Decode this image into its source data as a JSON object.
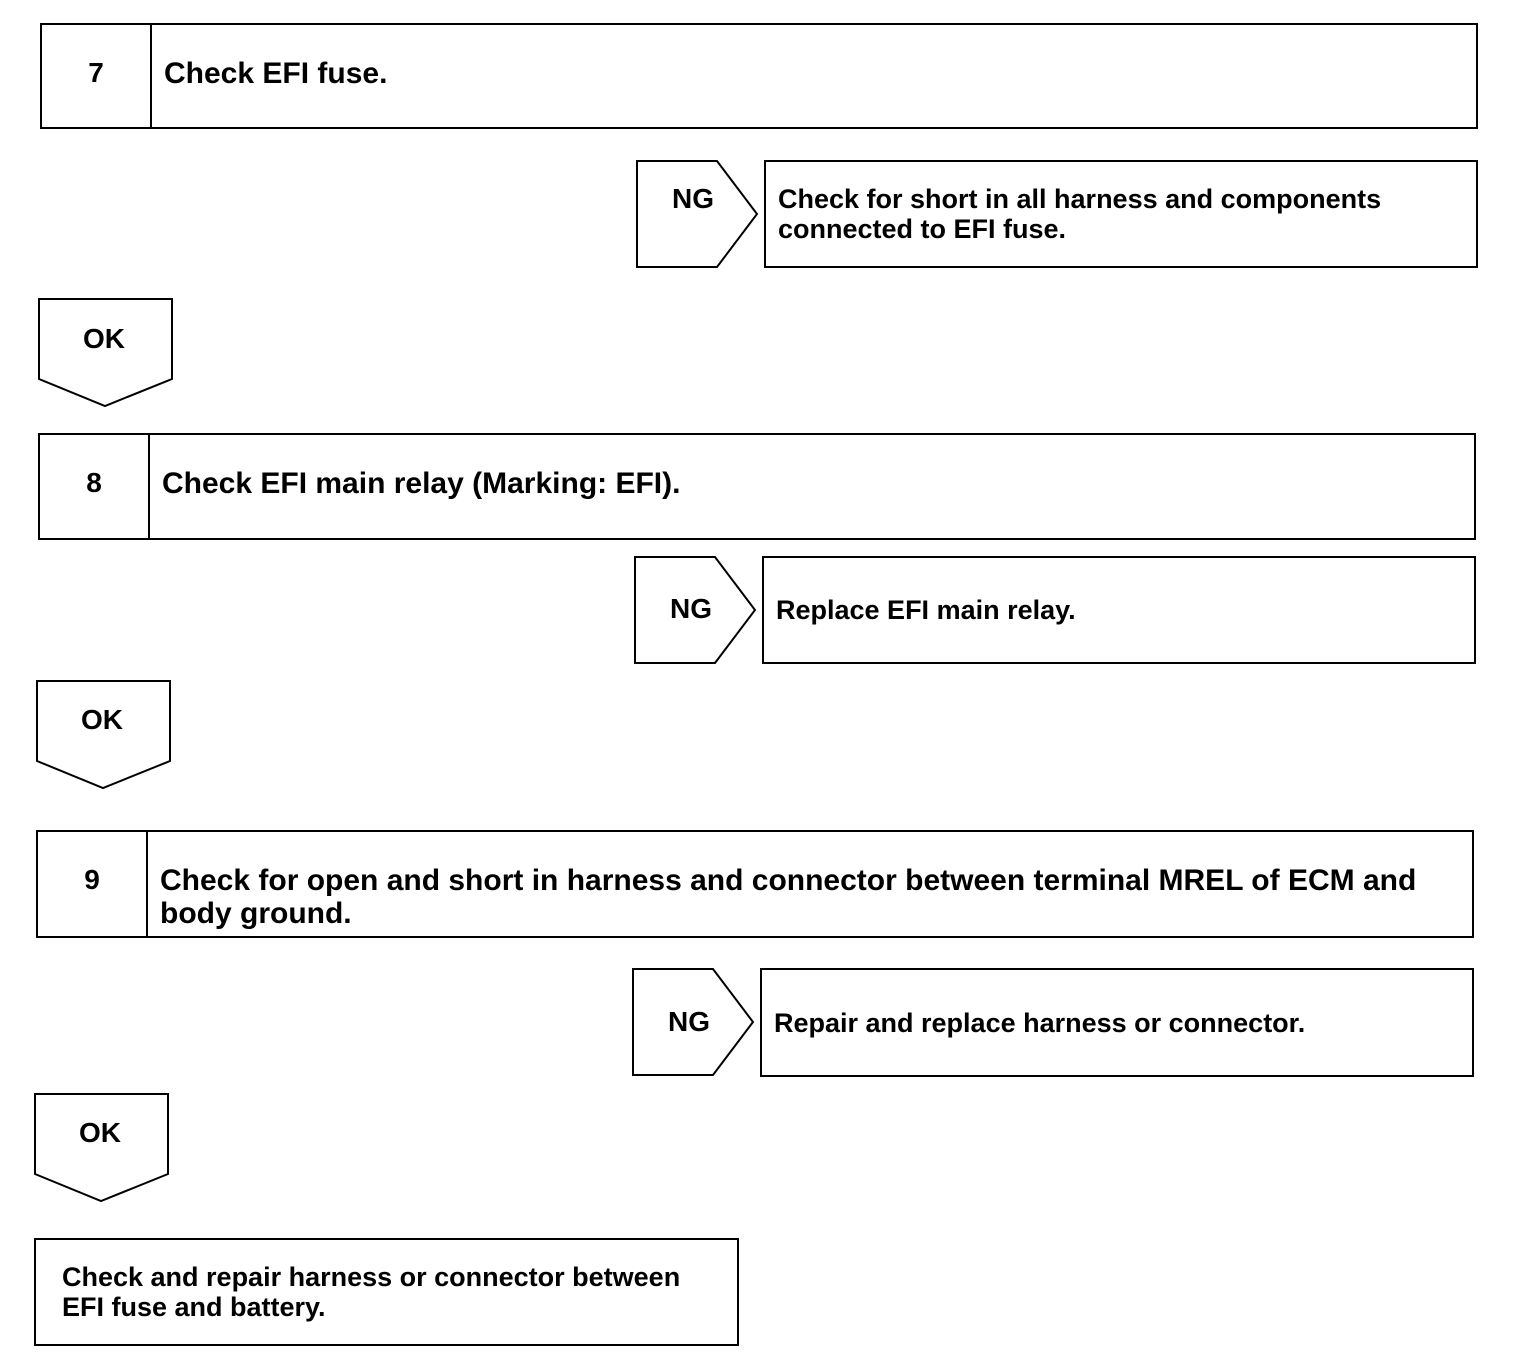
{
  "steps": [
    {
      "number": "7",
      "text": "Check EFI fuse.",
      "ng_label": "NG",
      "ng_result": "Check for short in all harness and components connected to EFI fuse.",
      "ok_label": "OK"
    },
    {
      "number": "8",
      "text": "Check EFI main relay (Marking: EFI).",
      "ng_label": "NG",
      "ng_result": "Replace EFI main relay.",
      "ok_label": "OK"
    },
    {
      "number": "9",
      "text": "Check for open and short in harness and connector between terminal MREL of ECM and body ground.",
      "ng_label": "NG",
      "ng_result": "Repair and replace harness or connector.",
      "ok_label": "OK"
    }
  ],
  "final_result": "Check and repair harness or connector between EFI fuse and battery."
}
